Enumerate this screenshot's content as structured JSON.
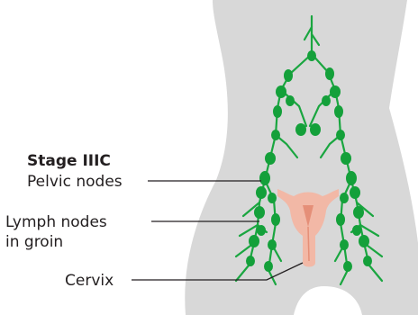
{
  "labels": {
    "stage": "Stage IIIC",
    "pelvic": "Pelvic nodes",
    "groin_line1": "Lymph nodes",
    "groin_line2": "in groin",
    "cervix": "Cervix"
  },
  "colors": {
    "background": "#ffffff",
    "body": "#d8d8d8",
    "lymph_vessel": "#1aa640",
    "lymph_node": "#14a03a",
    "uterus": "#f2b8a6",
    "uterus_inner": "#e58f78",
    "text": "#231f20",
    "leader_line": "#231f20"
  },
  "icons": [
    "pelvis-body-outline",
    "lymph-node-network",
    "uterus-cervix"
  ]
}
